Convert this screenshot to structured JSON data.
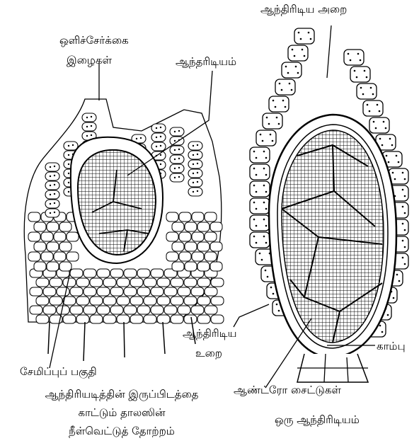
{
  "labels": {
    "chamber": "ஆந்திரிடிய அறை",
    "photosynthetic_line1": "ஒளிச்சேர்க்கை",
    "photosynthetic_line2": "இழைகள்",
    "antheridium": "ஆந்தரிடியம்",
    "jacket_line1": "ஆந்திரிடிய",
    "jacket_line2": "உறை",
    "stalk": "காம்பு",
    "storage": "சேமிப்புப் பகுதி",
    "androcytes": "ஆண்ட்ரோ சைட்டுகள்"
  },
  "captions": {
    "left_line1": "ஆந்திரியடித்தின் இருப்பிடத்தை",
    "left_line2": "காட்டும் தாலஸின்",
    "left_line3": "நீள்வெட்டுத் தோற்றம்",
    "right": "ஒரு ஆந்திரிடியம்"
  }
}
